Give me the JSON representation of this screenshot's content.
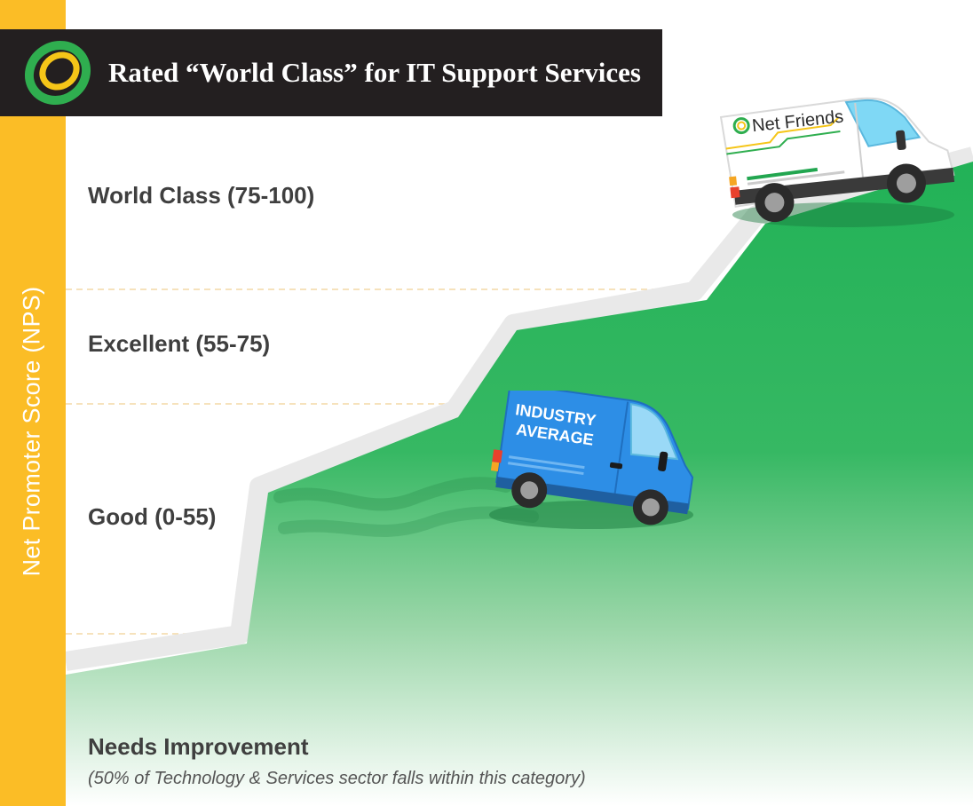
{
  "banner": {
    "title": "Rated “World Class” for IT Support Services",
    "logo_icon": "ring-logo-icon"
  },
  "axis": {
    "label": "Net Promoter Score (NPS)"
  },
  "bands": [
    {
      "label": "World Class (75-100)"
    },
    {
      "label": "Excellent (55-75)"
    },
    {
      "label": "Good (0-55)"
    },
    {
      "label": "Needs Improvement",
      "note": "(50% of Technology & Services sector falls within this category)"
    }
  ],
  "vans": {
    "leader": {
      "label": "Net Friends",
      "body_color": "#ffffff",
      "icon": "white-van-icon"
    },
    "average": {
      "label_line1": "INDUSTRY",
      "label_line2": "AVERAGE",
      "body_color": "#2d8ee6",
      "icon": "blue-van-icon"
    }
  },
  "colors": {
    "sidebar": "#fbbd26",
    "banner": "#231f20",
    "hill_top": "#22b257",
    "hill_bottom": "#ffffff",
    "logo_yellow": "#f5c518",
    "logo_green": "#2fae4f"
  }
}
